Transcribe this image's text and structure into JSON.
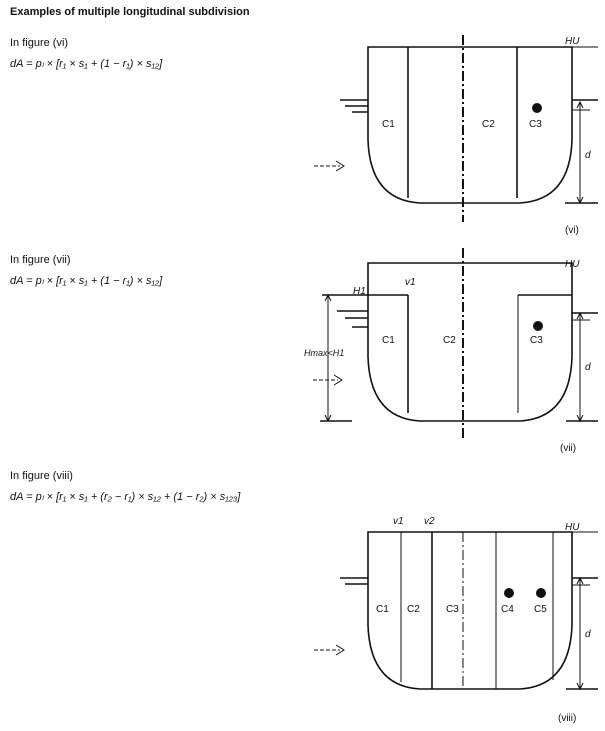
{
  "heading": "Examples of multiple longitudinal subdivision",
  "sections": [
    {
      "intro": "In figure (vi)",
      "formula": "dA = pₗ × [r₁ × s₁ + (1 − r₁) × s₁₂]"
    },
    {
      "intro": "In figure (vii)",
      "formula": "dA = pₗ × [r₁ × s₁ + (1 − r₁) × s₁₂]"
    },
    {
      "intro": "In figure (viii)",
      "formula": "dA = pₗ × [r₁ × s₁ + (r₂ − r₁) × s₁₂ + (1 − r₂) × s₁₂₃]"
    }
  ],
  "figures": {
    "vi": {
      "caption": "(vi)",
      "hu": "HU",
      "d": "d",
      "c1": "C1",
      "c2": "C2",
      "c3": "C3"
    },
    "vii": {
      "caption": "(vii)",
      "hu": "HU",
      "d": "d",
      "h1": "H1",
      "v1": "v1",
      "hmax": "Hmax<H1",
      "c1": "C1",
      "c2": "C2",
      "c3": "C3"
    },
    "viii": {
      "caption": "(viii)",
      "hu": "HU",
      "d": "d",
      "v1": "v1",
      "v2": "v2",
      "c1": "C1",
      "c2": "C2",
      "c3": "C3",
      "c4": "C4",
      "c5": "C5"
    }
  }
}
